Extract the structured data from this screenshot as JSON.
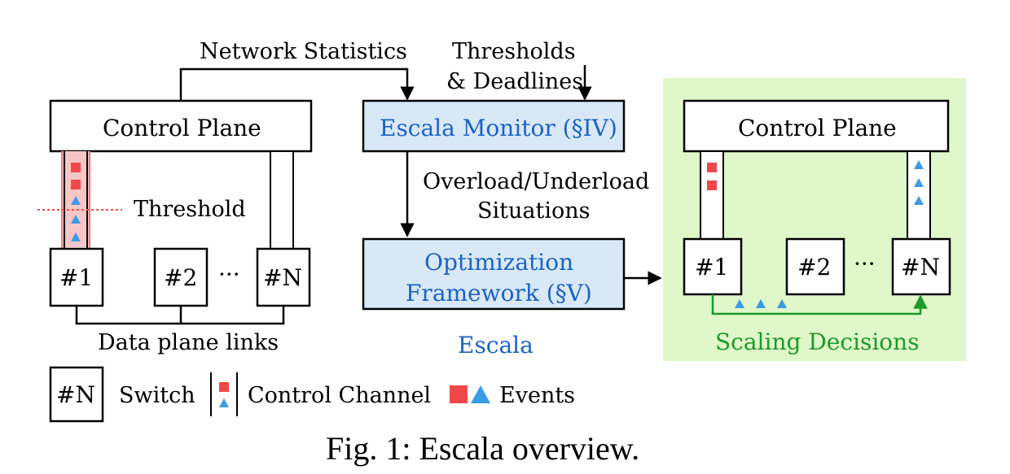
{
  "labels": {
    "network_statistics": "Network Statistics",
    "thresholds_line1": "Thresholds",
    "thresholds_line2": "& Deadlines",
    "control_plane": "Control Plane",
    "escala_monitor": "Escala Monitor (§IV)",
    "overload_line1": "Overload/Underload",
    "overload_line2": "Situations",
    "optimization_line1": "Optimization",
    "optimization_line2": "Framework (§V)",
    "threshold": "Threshold",
    "data_plane_links": "Data plane links",
    "escala": "Escala",
    "scaling_decisions": "Scaling Decisions",
    "ellipsis": "···"
  },
  "switches": {
    "s1": "#1",
    "s2": "#2",
    "sN": "#N"
  },
  "legend": {
    "switch_box": "#N",
    "switch": "Switch",
    "control_channel": "Control Channel",
    "events": "Events"
  },
  "caption": "Fig. 1: Escala overview.",
  "colors": {
    "event_square": "#f04848",
    "event_triangle": "#3d9be6",
    "monitor_fill": "#d9e8f7",
    "scaling_panel": "#dff7c9",
    "channel_highlight": "#f7c6c6",
    "escala_text": "#1a63c6",
    "scaling_text": "#1f9a2b"
  }
}
